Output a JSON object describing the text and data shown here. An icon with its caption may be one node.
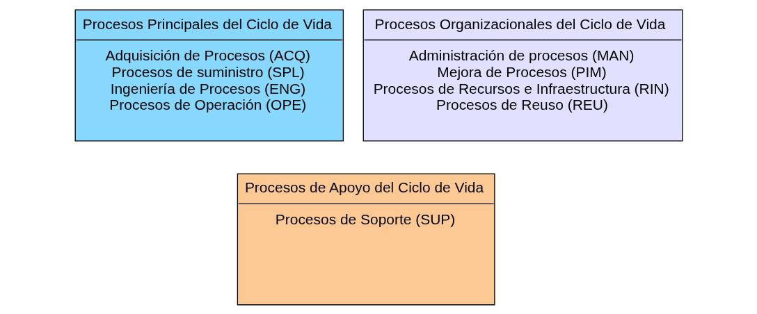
{
  "diagram": {
    "nodes": [
      {
        "text": [
          "Procesos Principales del Ciclo de Vida",
          "Adquisición de Procesos (ACQ)",
          "Procesos de suministro (SPL)",
          "Ingeniería de Procesos (ENG)",
          "Procesos de Operación (OPE)"
        ]
      },
      {
        "text": [
          "Procesos Organizacionales del Ciclo de Vida",
          "Administración de procesos (MAN)",
          "Mejora de Procesos (PIM)",
          "Procesos de Recursos e Infraestructura (RIN)",
          "Procesos de Reuso (REU)"
        ]
      },
      {
        "text": [
          "Procesos de Apoyo del Ciclo de Vida",
          "Procesos de Soporte (SUP)"
        ]
      }
    ]
  }
}
